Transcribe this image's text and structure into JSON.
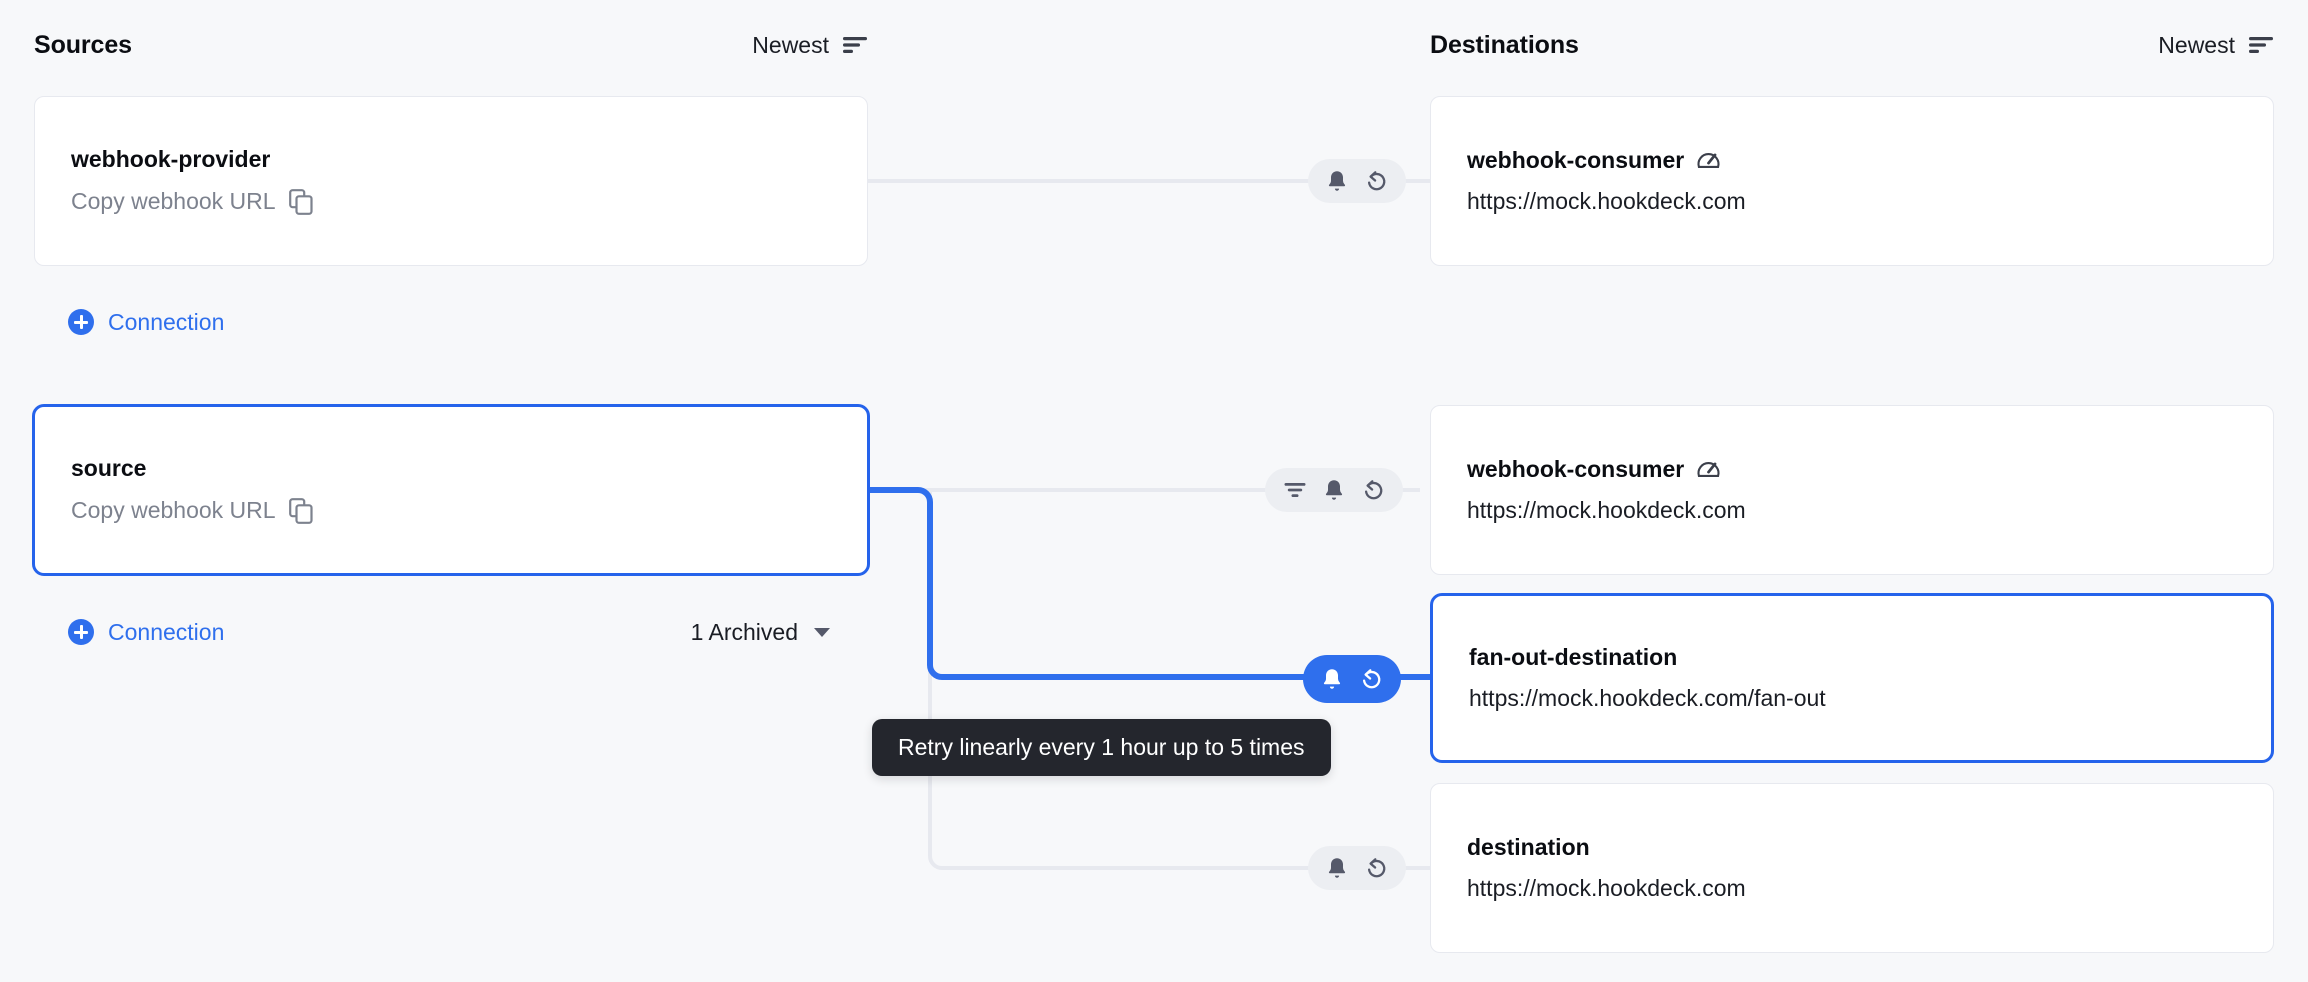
{
  "columns": {
    "sources": {
      "title": "Sources",
      "sort_label": "Newest",
      "sort_icon": "sort-descending-icon"
    },
    "destinations": {
      "title": "Destinations",
      "sort_label": "Newest",
      "sort_icon": "sort-descending-icon"
    }
  },
  "sources": [
    {
      "name": "webhook-provider",
      "action_label": "Copy webhook URL",
      "action_icon": "copy-icon",
      "selected": false
    },
    {
      "name": "source",
      "action_label": "Copy webhook URL",
      "action_icon": "copy-icon",
      "selected": true
    }
  ],
  "destinations": [
    {
      "name": "webhook-consumer",
      "url": "https://mock.hookdeck.com",
      "badge_icon": "rate-limit-gauge-icon",
      "selected": false
    },
    {
      "name": "webhook-consumer",
      "url": "https://mock.hookdeck.com",
      "badge_icon": "rate-limit-gauge-icon",
      "selected": false
    },
    {
      "name": "fan-out-destination",
      "url": "https://mock.hookdeck.com/fan-out",
      "badge_icon": "",
      "selected": true
    },
    {
      "name": "destination",
      "url": "https://mock.hookdeck.com",
      "badge_icon": "",
      "selected": false
    }
  ],
  "connection_actions": [
    {
      "label": "Connection",
      "icon": "plus-circle-icon"
    },
    {
      "label": "Connection",
      "icon": "plus-circle-icon"
    }
  ],
  "archived": {
    "label": "1 Archived",
    "icon": "chevron-down-icon"
  },
  "connection_badges": [
    {
      "icons": [
        "bell-icon",
        "retry-icon"
      ],
      "active": false
    },
    {
      "icons": [
        "filter-icon",
        "bell-icon",
        "retry-icon"
      ],
      "active": false
    },
    {
      "icons": [
        "bell-icon",
        "retry-icon"
      ],
      "active": true
    },
    {
      "icons": [
        "bell-icon",
        "retry-icon"
      ],
      "active": false
    }
  ],
  "tooltip": {
    "text": "Retry linearly every 1 hour up to 5 times"
  },
  "colors": {
    "accent": "#2f6fed",
    "canvas_bg": "#f7f8fa",
    "card_bg": "#ffffff",
    "card_border": "#e7e9ef",
    "badge_bg": "#eceef2",
    "badge_icon": "#55596a",
    "tooltip_bg": "#24262d",
    "text_primary": "#0b0d12",
    "text_muted": "#7d828e"
  }
}
